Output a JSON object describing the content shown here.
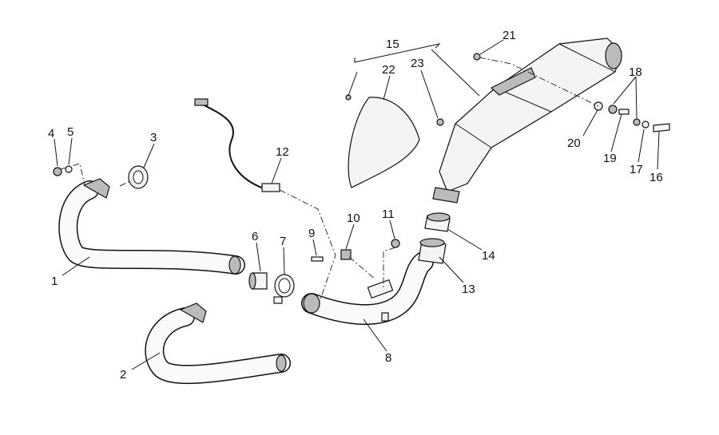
{
  "diagram": {
    "title": "Exhaust system exploded view",
    "callouts": [
      {
        "id": "c1",
        "text": "1"
      },
      {
        "id": "c2",
        "text": "2"
      },
      {
        "id": "c3",
        "text": "3"
      },
      {
        "id": "c4",
        "text": "4"
      },
      {
        "id": "c5",
        "text": "5"
      },
      {
        "id": "c6",
        "text": "6"
      },
      {
        "id": "c7",
        "text": "7"
      },
      {
        "id": "c8",
        "text": "8"
      },
      {
        "id": "c9",
        "text": "9"
      },
      {
        "id": "c10",
        "text": "10"
      },
      {
        "id": "c11",
        "text": "11"
      },
      {
        "id": "c12",
        "text": "12"
      },
      {
        "id": "c13",
        "text": "13"
      },
      {
        "id": "c14",
        "text": "14"
      },
      {
        "id": "c15",
        "text": "15"
      },
      {
        "id": "c16",
        "text": "16"
      },
      {
        "id": "c17",
        "text": "17"
      },
      {
        "id": "c18",
        "text": "18"
      },
      {
        "id": "c19",
        "text": "19"
      },
      {
        "id": "c20",
        "text": "20"
      },
      {
        "id": "c21",
        "text": "21"
      },
      {
        "id": "c22",
        "text": "22"
      },
      {
        "id": "c23",
        "text": "23"
      }
    ]
  }
}
